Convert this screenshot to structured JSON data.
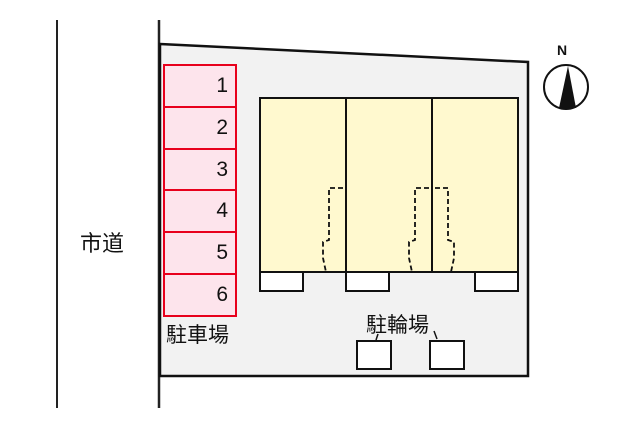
{
  "road": {
    "label": "市道"
  },
  "parking": {
    "label": "駐車場",
    "spaces": [
      "1",
      "2",
      "3",
      "4",
      "5",
      "6"
    ],
    "fill": "#fde4ec",
    "border": "#e8001c"
  },
  "bicycle_parking": {
    "label": "駐輪場"
  },
  "building": {
    "units": 3,
    "fill": "#fff9cf"
  },
  "lot": {
    "fill": "#f2f2f2"
  },
  "compass": {
    "label": "N"
  }
}
